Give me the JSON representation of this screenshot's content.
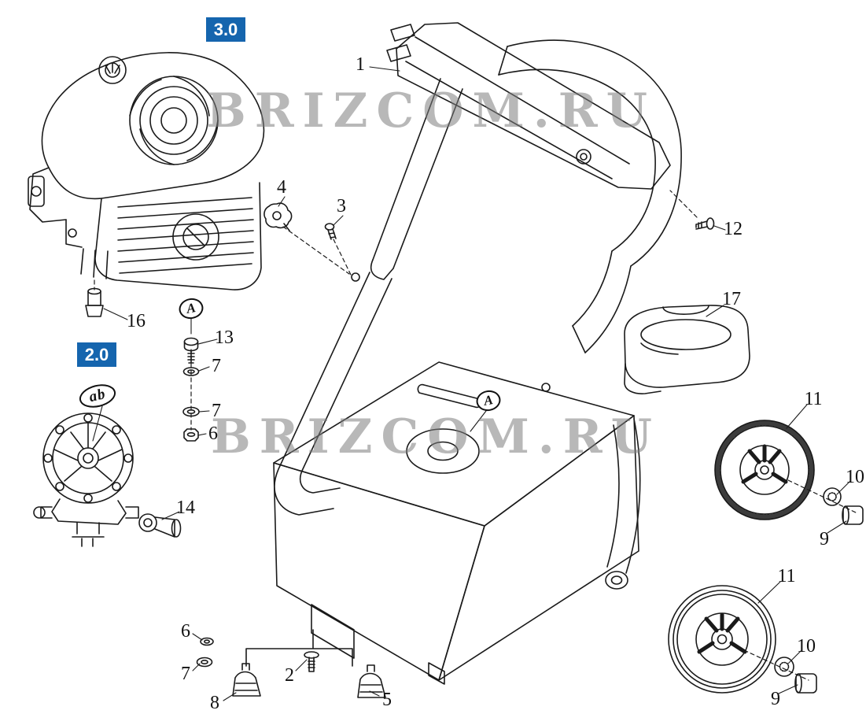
{
  "watermarks": [
    {
      "text": "BRIZCOM.RU"
    },
    {
      "text": "BRIZCOM.RU"
    }
  ],
  "section_labels": [
    {
      "text": "3.0"
    },
    {
      "text": "2.0"
    }
  ],
  "ref_bubbles": [
    {
      "text": "A"
    },
    {
      "text": "A"
    },
    {
      "text": "ab"
    }
  ],
  "callouts": [
    {
      "id": "1",
      "text": "1"
    },
    {
      "id": "4",
      "text": "4"
    },
    {
      "id": "3",
      "text": "3"
    },
    {
      "id": "12",
      "text": "12"
    },
    {
      "id": "17",
      "text": "17"
    },
    {
      "id": "16",
      "text": "16"
    },
    {
      "id": "13",
      "text": "13"
    },
    {
      "id": "7a",
      "text": "7"
    },
    {
      "id": "7b",
      "text": "7"
    },
    {
      "id": "6a",
      "text": "6"
    },
    {
      "id": "11a",
      "text": "11"
    },
    {
      "id": "10a",
      "text": "10"
    },
    {
      "id": "9a",
      "text": "9"
    },
    {
      "id": "14",
      "text": "14"
    },
    {
      "id": "11b",
      "text": "11"
    },
    {
      "id": "10b",
      "text": "10"
    },
    {
      "id": "9b",
      "text": "9"
    },
    {
      "id": "6b",
      "text": "6"
    },
    {
      "id": "7c",
      "text": "7"
    },
    {
      "id": "2",
      "text": "2"
    },
    {
      "id": "8",
      "text": "8"
    },
    {
      "id": "5",
      "text": "5"
    }
  ],
  "colors": {
    "section_label_bg": "#1565ae",
    "section_label_text": "#ffffff",
    "line_art": "#1a1a1a",
    "watermark": "#7d7d7d",
    "background": "#ffffff"
  }
}
